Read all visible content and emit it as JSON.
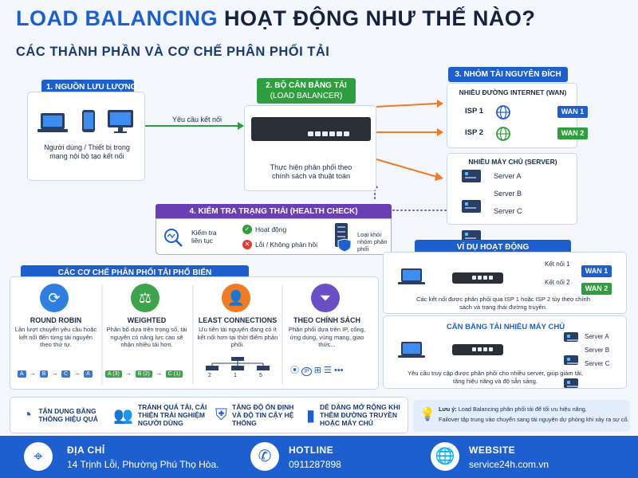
{
  "title": {
    "part1": "LOAD BALANCING",
    "part2": "HOẠT ĐỘNG NHƯ THẾ NÀO?"
  },
  "subtitle": "CÁC THÀNH PHẦN VÀ CƠ CHẾ PHÂN PHỐI TẢI",
  "traffic": {
    "label": "1. NGUỒN LƯU LƯỢNG",
    "desc": "Người dùng / Thiết bị trong mạng nội bộ tạo kết nối",
    "arrow_text": "Yêu cầu kết nối"
  },
  "balancer": {
    "label": "2. BỘ CÂN BẰNG TẢI",
    "label_sub": "(LOAD BALANCER)",
    "desc": "Thực hiện phân phối theo chính sách và thuật toán"
  },
  "resources": {
    "label": "3. NHÓM TÀI NGUYÊN ĐÍCH",
    "wan_title": "NHIỀU ĐƯỜNG INTERNET (WAN)",
    "isp": [
      {
        "name": "ISP 1",
        "wan": "WAN 1"
      },
      {
        "name": "ISP 2",
        "wan": "WAN 2"
      }
    ],
    "server_title": "NHIỀU MÁY CHỦ (SERVER)",
    "servers": [
      "Server A",
      "Server B",
      "Server C"
    ]
  },
  "health": {
    "label": "4. KIỂM TRA TRẠNG THÁI (HEALTH CHECK)",
    "check": "Kiểm tra liên tục",
    "ok": "Hoạt động",
    "fail": "Lỗi / Không phản hồi",
    "remove": "Loại khỏi nhóm phân phối"
  },
  "mechanisms": {
    "label": "CÁC CƠ CHẾ PHÂN PHỐI TẢI PHỔ BIẾN",
    "items": [
      {
        "name": "ROUND ROBIN",
        "desc": "Lần lượt chuyển yêu cầu hoặc kết nối đến từng tài nguyên theo thứ tự.",
        "color": "#2f7fe0"
      },
      {
        "name": "WEIGHTED",
        "desc": "Phân bổ dựa trên trọng số, tài nguyên có năng lực cao sẽ nhận nhiều tải hơn.",
        "color": "#3fa34d"
      },
      {
        "name": "LEAST CONNECTIONS",
        "desc": "Ưu tiên tài nguyên đang có ít kết nối hơn tại thời điểm phân phối.",
        "color": "#f07b22"
      },
      {
        "name": "THEO CHÍNH SÁCH",
        "desc": "Phân phối dựa trên IP, cổng, ứng dụng, vùng mạng, giao thức...",
        "color": "#6a4fc4"
      }
    ],
    "rr_chips": [
      "A",
      "B",
      "C",
      "A"
    ],
    "weighted_chips": [
      "A (3)",
      "B (2)",
      "C (1)"
    ],
    "least_counts": [
      "2",
      "1",
      "5"
    ]
  },
  "example": {
    "label": "VÍ DỤ HOẠT ĐỘNG",
    "conn1": "Kết nối 1",
    "conn2": "Kết nối 2",
    "wan1": "WAN 1",
    "wan2": "WAN 2",
    "desc1": "Các kết nối được phân phối qua ISP 1 hoặc ISP 2 tùy theo chính sách và trạng thái đường truyền.",
    "server_title": "CÂN BẰNG TẢI NHIỀU MÁY CHỦ",
    "servers": [
      "Server A",
      "Server B",
      "Server C"
    ],
    "desc2": "Yêu cầu truy cập được phân phối cho nhiều server, giúp giảm tải, tăng hiệu năng và độ sẵn sàng."
  },
  "benefits": [
    "TẬN DỤNG BĂNG THÔNG HIỆU QUẢ",
    "TRÁNH QUÁ TẢI, CẢI THIỆN TRẢI NGHIỆM NGƯỜI DÙNG",
    "TĂNG ĐỘ ỔN ĐỊNH VÀ ĐỘ TIN CẬY HỆ THỐNG",
    "DỄ DÀNG MỞ RỘNG KHI THÊM ĐƯỜNG TRUYỀN HOẶC MÁY CHỦ"
  ],
  "note": {
    "title": "Lưu ý:",
    "line1": "Load Balancing phân phối tải để tối ưu hiệu năng.",
    "line2": "Failover tập trung vào chuyển sang tài nguyên dự phòng khi xảy ra sự cố."
  },
  "footer": {
    "address_label": "ĐỊA CHỈ",
    "address": "14 Trịnh Lỗi, Phường Phú Thọ Hòa.",
    "hotline_label": "HOTLINE",
    "hotline": "0911287898",
    "website_label": "WEBSITE",
    "website": "service24h.com.vn"
  },
  "colors": {
    "primary": "#1e5fd0",
    "green": "#2e9e3e",
    "orange": "#f07b22",
    "purple": "#6a3fb4"
  }
}
